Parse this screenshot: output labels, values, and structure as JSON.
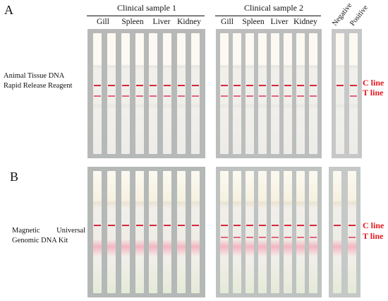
{
  "panel_labels": {
    "a": "A",
    "b": "B"
  },
  "groups": [
    {
      "title": "Clinical sample 1",
      "organs": [
        "Gill",
        "Spleen",
        "Liver",
        "Kidney"
      ]
    },
    {
      "title": "Clinical sample 2",
      "organs": [
        "Gill",
        "Spleen",
        "Liver",
        "Kidney"
      ]
    }
  ],
  "controls": {
    "negative": "Negative",
    "positive": "Positive"
  },
  "methods": {
    "a": [
      "Animal Tissue DNA",
      "Rapid Release Reagent"
    ],
    "b": [
      "Magnetic",
      "Universal",
      "Genomic DNA Kit"
    ]
  },
  "line_labels": {
    "c": "C line",
    "t": "T line"
  },
  "colors": {
    "label_red": "#e5191e",
    "c_line_band": "#d4283c",
    "t_line_band": "#e0647a",
    "pad_pink": "#f2b6c0",
    "strip_paper": "#f1efea",
    "sample_pad": "#fbf9f1"
  },
  "strip_results": {
    "panel_a": {
      "clinical_sample_1": {
        "Gill": "C+T",
        "Spleen": "C+T",
        "Liver": "C+T",
        "Kidney": "C+T"
      },
      "clinical_sample_2": {
        "Gill": "C+T",
        "Spleen": "C+T",
        "Liver": "C+T",
        "Kidney": "C+T"
      },
      "negative": "C",
      "positive": "C+T"
    },
    "panel_b": {
      "clinical_sample_1": {
        "Gill": "C",
        "Spleen": "C",
        "Liver": "C",
        "Kidney": "C"
      },
      "clinical_sample_2": {
        "Gill": "C+T",
        "Spleen": "C+T",
        "Liver": "C+T",
        "Kidney": "C+T"
      },
      "negative": "C",
      "positive": "C+T"
    }
  }
}
